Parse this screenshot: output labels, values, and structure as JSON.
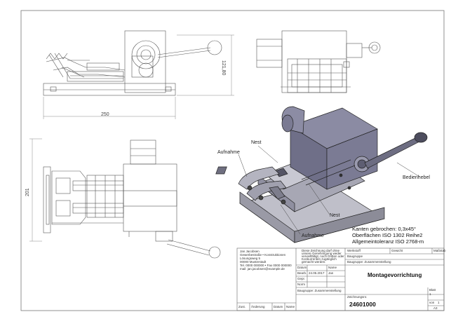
{
  "dimensions": {
    "width_250": "250",
    "height_121": "121,80",
    "height_201": "201"
  },
  "callouts": {
    "nest_top": "Nest",
    "aufnahme_top": "Aufnahme",
    "bedienhebel": "Bedienhebel",
    "nest_bottom": "Nest",
    "aufnahme_bottom": "Aufnahme"
  },
  "notes": {
    "line1": "Kanten gebrochen: 0,3x45°",
    "line2": "Oberflächen ISO 1302 Reihe2",
    "line3": "Allgemeintoleranz ISO 2768-m"
  },
  "title_block": {
    "company_lines": [
      "Jan Jacobsen",
      "Gewerbestraße • Konstruktionen",
      "Lösungsweg 5",
      "00000 Musterstadt",
      "Tel. 0000 000000 • Fax 0000 000000",
      "mail: jan.jacobsen@example.de"
    ],
    "copyright_lines": [
      "Diese Zeichnung darf ohne",
      "unsere Genehmigung weder",
      "vervielfältigt, noch Dritten oder",
      "Konkurrenten zugänglich",
      "gemacht werden."
    ],
    "drawn_label": "Bearb.",
    "drawn_date": "24.05.2017",
    "drawn_name": "Jan",
    "checked_label": "Gepr.",
    "norm_label": "Norm",
    "datum_label": "Datum",
    "name_label": "Name",
    "scale_label": "Maßstab",
    "material_label": "Werkstoff",
    "material_value": "Baugruppe",
    "weight_label": "Gewicht",
    "assembly_value": "Baugruppe: Zusammenstellung",
    "zust_label": "Zust.",
    "aenderung_label": "Änderung",
    "datum2_label": "Datum",
    "name2_label": "Name",
    "title": "Montagevorrichtung",
    "zeichnungsnr_label": "Zeichnungsnr.",
    "drawing_number": "24601000",
    "blatt_label": "Blatt",
    "blatt_value": "1",
    "von_label": "von",
    "von_value": "1",
    "format": "A3"
  }
}
